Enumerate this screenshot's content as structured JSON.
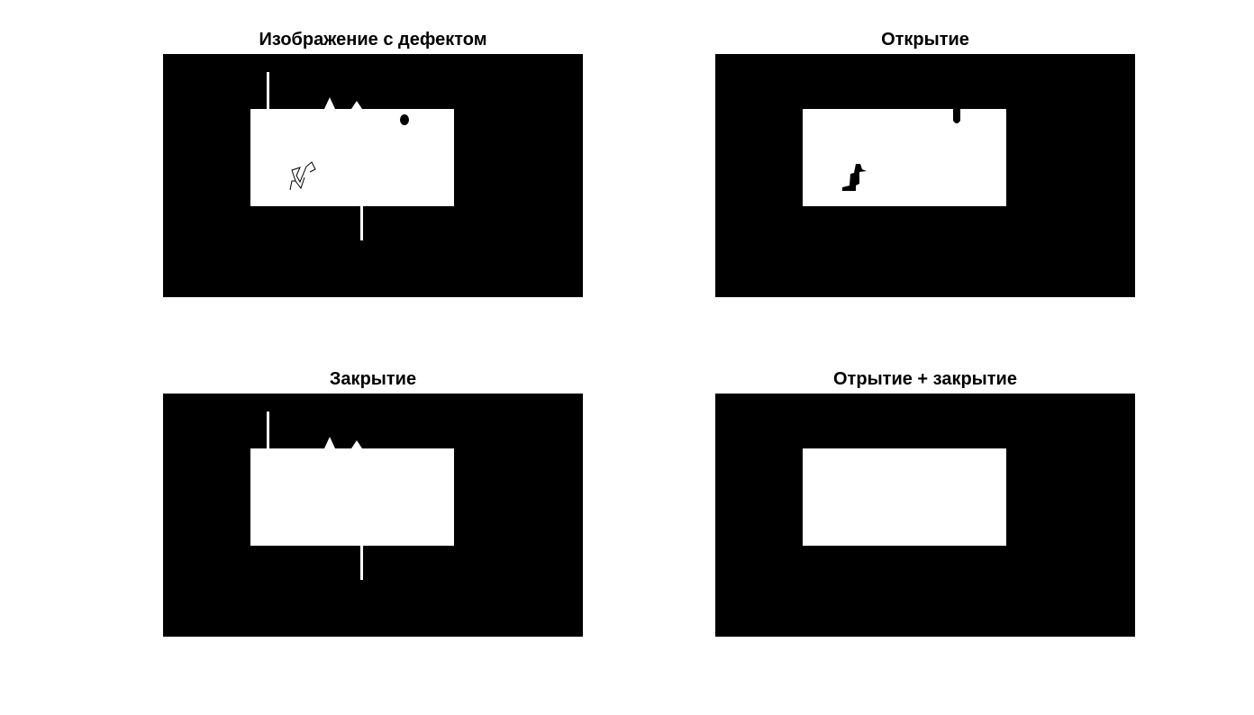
{
  "figure": {
    "panels": [
      {
        "id": "defect",
        "title": "Изображение с дефектом"
      },
      {
        "id": "opening",
        "title": "Открытие"
      },
      {
        "id": "closing",
        "title": "Закрытие"
      },
      {
        "id": "open_close",
        "title": "Отрытие + закрытие"
      }
    ],
    "colors": {
      "background": "#000000",
      "foreground": "#ffffff"
    }
  }
}
